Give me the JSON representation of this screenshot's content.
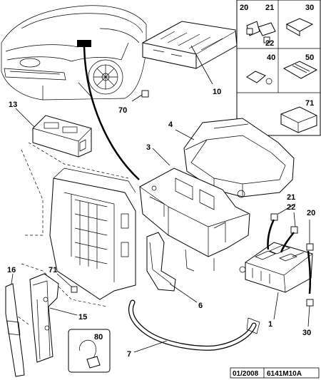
{
  "labels": {
    "l20": "20",
    "l21a": "21",
    "l22a": "22",
    "l30a": "30",
    "l40": "40",
    "l50": "50",
    "l71a": "71",
    "l10": "10",
    "l70": "70",
    "l13": "13",
    "l4": "4",
    "l3": "3",
    "l21b": "21",
    "l22b": "22",
    "l20b": "20",
    "l1": "1",
    "l30b": "30",
    "l16": "16",
    "l71b": "71",
    "l15": "15",
    "l6": "6",
    "l7": "7",
    "l80": "80"
  },
  "footer": {
    "date": "01/2008",
    "ref": "6141M10A"
  }
}
